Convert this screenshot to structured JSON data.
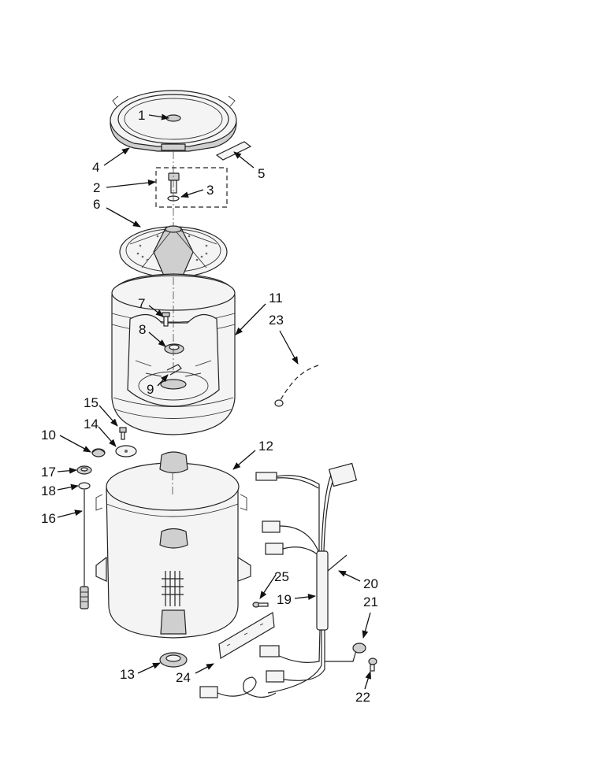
{
  "callouts": [
    "1",
    "2",
    "3",
    "4",
    "5",
    "6",
    "7",
    "8",
    "9",
    "10",
    "11",
    "12",
    "13",
    "14",
    "15",
    "16",
    "17",
    "18",
    "19",
    "20",
    "21",
    "22",
    "23",
    "24",
    "25"
  ],
  "icons": [
    "tub-ring",
    "tub-seal",
    "agitator",
    "basket",
    "outer-tub",
    "wire-harness",
    "suspension-rod"
  ]
}
